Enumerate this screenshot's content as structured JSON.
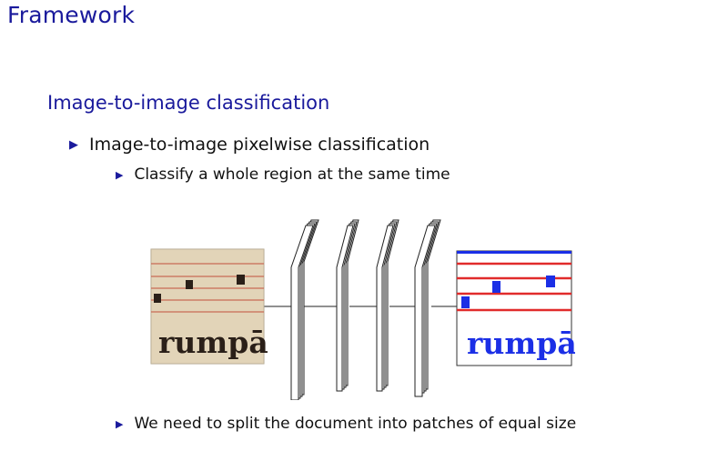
{
  "frame_title": "Framework",
  "subtitle": "Image-to-image classification",
  "bullets": {
    "b1": "Image-to-image pixelwise classification",
    "b2": "Classify a whole region at the same time",
    "b3": "We need to split the document into patches of equal size"
  },
  "figure": {
    "input_word": "rumpā",
    "output_word": "rumpā",
    "colors": {
      "staff_line_red": "#e12b2b",
      "output_blue": "#1b2fe6",
      "parchment": "#e9dfc9"
    }
  },
  "icons": {
    "bullet": "triangle-bullet-icon"
  }
}
